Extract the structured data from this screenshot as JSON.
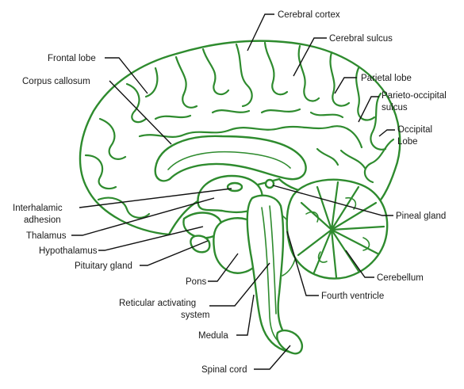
{
  "diagram": {
    "line_color": "#2e8b2e",
    "label_color": "#1a1a1a",
    "leader_color": "#111111",
    "labels": {
      "cerebral_cortex": "Cerebral cortex",
      "cerebral_sulcus": "Cerebral sulcus",
      "frontal_lobe": "Frontal lobe",
      "corpus_callosum": "Corpus callosum",
      "parietal_lobe": "Parietal lobe",
      "parieto_occipital_1": "Parieto-occipital",
      "parieto_occipital_2": "sulcus",
      "occipital_1": "Occipital",
      "occipital_2": "Lobe",
      "interthalamic_1": "Interhalamic",
      "interthalamic_2": "adhesion",
      "thalamus": "Thalamus",
      "hypothalamus": "Hypothalamus",
      "pituitary_gland": "Pituitary gland",
      "pineal_gland": "Pineal gland",
      "pons": "Pons",
      "cerebellum": "Cerebellum",
      "fourth_ventricle": "Fourth ventricle",
      "reticular_1": "Reticular activating",
      "reticular_2": "system",
      "medula": "Medula",
      "spinal_cord": "Spinal cord"
    }
  }
}
